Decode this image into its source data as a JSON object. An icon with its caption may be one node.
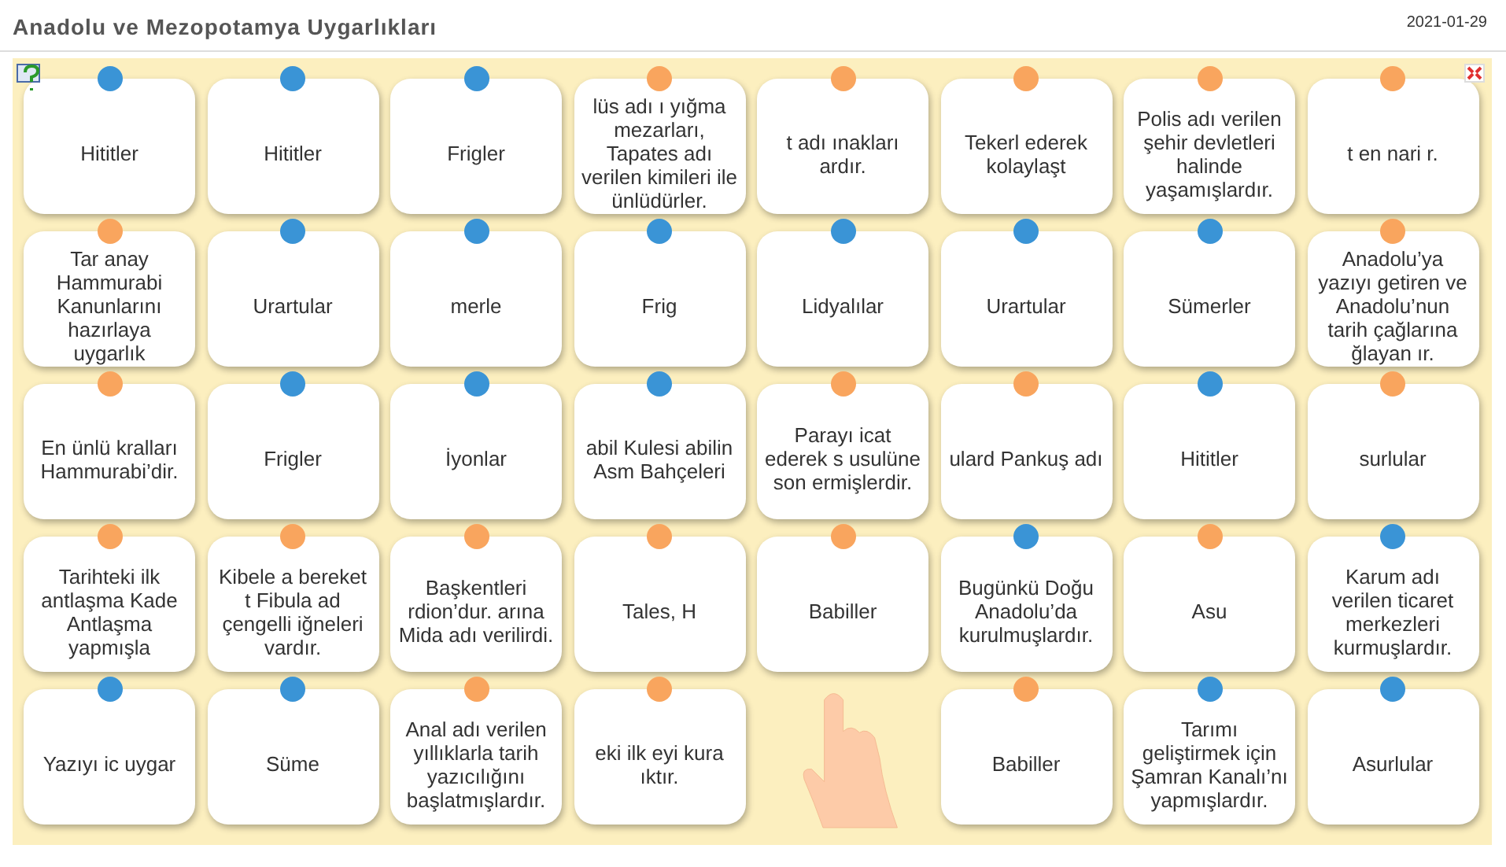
{
  "diagram": {
    "title": "Anadolu ve Mezopotamya Uygarlıkları",
    "nodes": [
      {
        "text": [
          "Tar anay Hammurabi Kanunlarını hazırlaya uygarlık"
        ]
      },
      {
        "text": [
          "Hititler"
        ]
      },
      {
        "text": [
          "Hititler"
        ]
      },
      {
        "text": [
          "Frigler"
        ]
      },
      {
        "text": [
          "lüs adı ı yığma mezarları, Tapates adı verilen kimileri ile ünlüdürler."
        ]
      },
      {
        "text": [
          "t adı ınakları ardır."
        ]
      },
      {
        "text": [
          "Tekerl ederek kolaylaşt"
        ]
      },
      {
        "text": [
          "Polis adı verilen şehir devletleri halinde yaşamışlardır."
        ]
      },
      {
        "text": [
          "t en nari r."
        ]
      },
      {
        "text": [
          "merle"
        ]
      },
      {
        "text": [
          "Urartular"
        ]
      },
      {
        "text": [
          "Frig"
        ]
      },
      {
        "text": [
          "Urartular"
        ]
      },
      {
        "text": [
          "Sümerler"
        ]
      },
      {
        "text": [
          "Anadolu’ya yazıyı getiren ve Anadolu’nun tarih çağlarına ğlayan ır."
        ]
      },
      {
        "text": [
          "Frigler"
        ]
      },
      {
        "text": [
          "En ünlü kralları Hammurabi’dir."
        ]
      },
      {
        "text": [
          "abil Kulesi abilin Asm Bahçeleri"
        ]
      },
      {
        "text": [
          "Lidyalılar"
        ]
      },
      {
        "text": [
          "Parayı icat ederek s usulüne son ermişlerdir."
        ]
      },
      {
        "text": [
          "ulard Pankuş adı"
        ]
      },
      {
        "text": [
          "Hititler"
        ]
      },
      {
        "text": [
          "surlular"
        ]
      },
      {
        "text": [
          "Tarihteki ilk antlaşma Kade Antlaşma yapmışla"
        ]
      },
      {
        "text": [
          "Kibele a bereket t Fibula ad çengelli iğneleri vardır."
        ]
      },
      {
        "text": [
          "İyonlar"
        ]
      },
      {
        "text": [
          "Başkentleri rdion’dur. arına Mida adı verilirdi."
        ]
      },
      {
        "text": [
          "Tales, H"
        ]
      },
      {
        "text": [
          "eki ilk eyi kura ıktır."
        ]
      },
      {
        "text": [
          "Anal adı verilen yıllıklarla tarih yazıcılığını başlatmışlardır."
        ]
      },
      {
        "text": [
          "Yazıyı ic uygar"
        ]
      },
      {
        "text": [
          "Süme"
        ]
      },
      {
        "text": [
          "Babiller"
        ]
      },
      {
        "text": [
          "Bugünkü Doğu Anadolu’da kurulmuşlardır."
        ]
      },
      {
        "text": [
          "Asu"
        ]
      },
      {
        "text": [
          "Karum adı verilen ticaret merkezleri kurmuşlardır."
        ]
      },
      {
        "text": [
          "Babiller"
        ]
      },
      {
        "text": [
          "Tarımı geliştirmek için Şamran Kanalı’nı yapmışlardır."
        ]
      },
      {
        "text": [
          "Asurlular"
        ]
      }
    ],
    "labels": [
      "2021-01-29"
    ]
  }
}
